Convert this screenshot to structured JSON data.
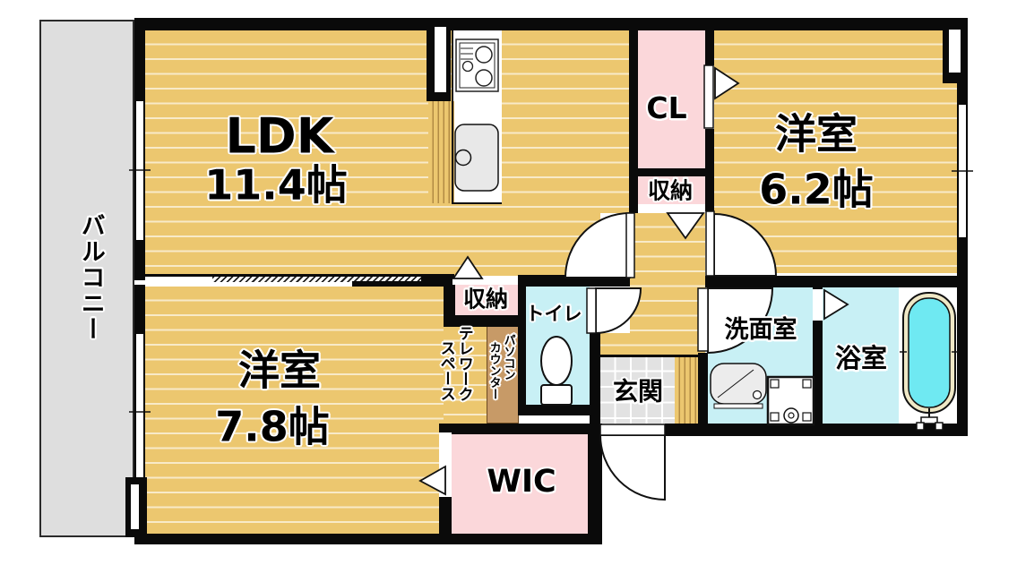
{
  "floor_plan": {
    "balcony": {
      "label": "バルコニー"
    },
    "ldk": {
      "name": "LDK",
      "size": "11.4帖"
    },
    "bedroom_east": {
      "name": "洋室",
      "size": "6.2帖"
    },
    "bedroom_south": {
      "name": "洋室",
      "size": "7.8帖"
    },
    "closet": {
      "label": "CL"
    },
    "hall_storage": {
      "label": "収納"
    },
    "desk_storage": {
      "label": "収納"
    },
    "toilet": {
      "label": "トイレ"
    },
    "entrance": {
      "label": "玄関"
    },
    "washroom": {
      "label": "洗面室"
    },
    "bathroom": {
      "label": "浴室"
    },
    "wic": {
      "label": "WIC"
    },
    "telework_space": {
      "col1": "テレワーク",
      "col2": "スペース"
    },
    "pc_counter": {
      "col1": "パソコン",
      "col2": "カウンター"
    },
    "colors": {
      "floor_wood": "#ecc76f",
      "closet_pink": "#fbd7da",
      "wet_area_cyan": "#c8f0f5",
      "bath_water": "#6fe9f2",
      "tub_rim": "#efe8c6",
      "balcony_gray": "#dedede",
      "entrance_tile_gray": "#e2e2e2",
      "counter_brown": "#c79a67",
      "wall_black": "#0a0a0a"
    },
    "fixtures": [
      "gas-stove",
      "kitchen-sink",
      "toilet-bowl",
      "wash-basin",
      "washing-machine-pan",
      "bathtub",
      "door-swing-arc",
      "sliding-door",
      "window"
    ]
  }
}
